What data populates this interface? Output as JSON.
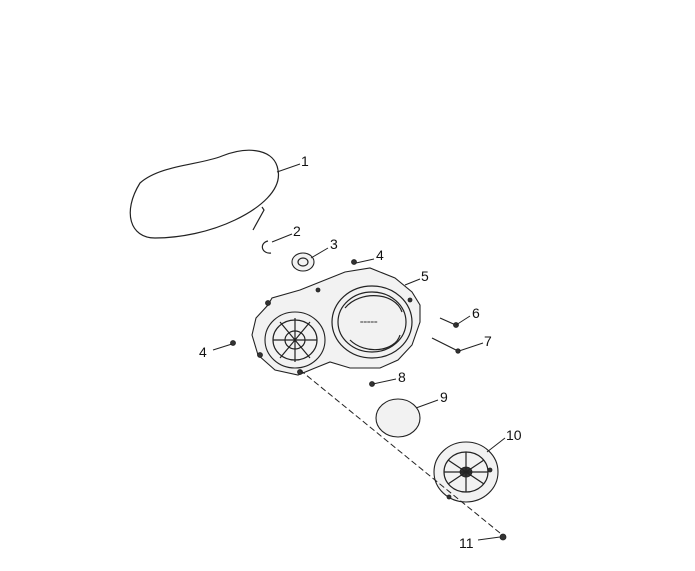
{
  "diagram": {
    "callouts": [
      {
        "id": "1",
        "label": "1"
      },
      {
        "id": "2",
        "label": "2"
      },
      {
        "id": "3",
        "label": "3"
      },
      {
        "id": "4a",
        "label": "4"
      },
      {
        "id": "5",
        "label": "5"
      },
      {
        "id": "6",
        "label": "6"
      },
      {
        "id": "7",
        "label": "7"
      },
      {
        "id": "4b",
        "label": "4"
      },
      {
        "id": "8",
        "label": "8"
      },
      {
        "id": "9",
        "label": "9"
      },
      {
        "id": "10",
        "label": "10"
      },
      {
        "id": "11",
        "label": "11"
      }
    ]
  }
}
